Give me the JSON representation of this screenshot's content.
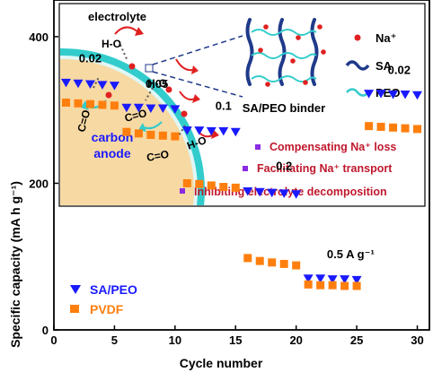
{
  "chart_data": {
    "type": "scatter",
    "xlabel": "Cycle number",
    "ylabel": "Specific capacity (mA h g⁻¹)",
    "xlim": [
      0,
      31
    ],
    "ylim": [
      0,
      450
    ],
    "xticks": [
      "0",
      "5",
      "10",
      "15",
      "20",
      "25",
      "30"
    ],
    "yticks": [
      "0",
      "200",
      "400"
    ],
    "grid": false,
    "legend_position": "bottom-left",
    "series": [
      {
        "name": "SA/PEO",
        "marker": "triangle-down",
        "color": "#1a1aff",
        "x": [
          1,
          2,
          3,
          4,
          5,
          6,
          7,
          8,
          9,
          10,
          11,
          12,
          13,
          14,
          15,
          16,
          17,
          18,
          19,
          20,
          21,
          22,
          23,
          24,
          25,
          26,
          27,
          28,
          29,
          30
        ],
        "y": [
          337,
          336,
          335,
          334,
          333,
          303,
          303,
          302,
          302,
          301,
          272,
          272,
          271,
          271,
          270,
          189,
          188,
          187,
          186,
          185,
          70,
          70,
          69,
          69,
          68,
          322,
          322,
          321,
          321,
          320
        ]
      },
      {
        "name": "PVDF",
        "marker": "square",
        "color": "#ff7f0e",
        "x": [
          1,
          2,
          3,
          4,
          5,
          6,
          7,
          8,
          9,
          10,
          11,
          12,
          13,
          14,
          15,
          16,
          17,
          18,
          19,
          20,
          21,
          22,
          23,
          24,
          25,
          26,
          27,
          28,
          29,
          30
        ],
        "y": [
          310,
          309,
          308,
          307,
          306,
          270,
          268,
          266,
          265,
          264,
          200,
          199,
          197,
          195,
          194,
          98,
          94,
          92,
          90,
          88,
          62,
          61,
          61,
          60,
          60,
          278,
          277,
          276,
          275,
          274
        ]
      }
    ],
    "rate_labels": [
      {
        "text": "0.02",
        "x": 3.0,
        "y": 365
      },
      {
        "text": "0.05",
        "x": 8.5,
        "y": 330
      },
      {
        "text": "0.1",
        "x": 14.0,
        "y": 300
      },
      {
        "text": "0.2",
        "x": 19.0,
        "y": 218
      },
      {
        "text": "0.5 A g⁻¹",
        "x": 24.5,
        "y": 98
      },
      {
        "text": "0.02",
        "x": 28.5,
        "y": 349
      }
    ]
  },
  "schematic": {
    "electrolyte_label": "electrolyte",
    "carbon_label_1": "carbon",
    "carbon_label_2": "anode",
    "ho_label": "H-O",
    "co_label": "C=O",
    "binder_label": "SA/PEO binder",
    "legend": {
      "na_label": "Na⁺",
      "sa_label": "SA",
      "peo_label": "PEO"
    },
    "bullets": [
      "Compensating Na⁺ loss",
      "Facilitating Na⁺ transport",
      "Inhibiting electrolyte decomposition"
    ]
  },
  "colors": {
    "carbon": "#f7d9a3",
    "coating": "#33cccc",
    "sa_chain": "#1f3a8a",
    "na_dot": "#e02020",
    "arrow": "#e02020",
    "text_blue": "#1a1aff",
    "text_red": "#c0182d",
    "bullet": "#8a2be2"
  }
}
